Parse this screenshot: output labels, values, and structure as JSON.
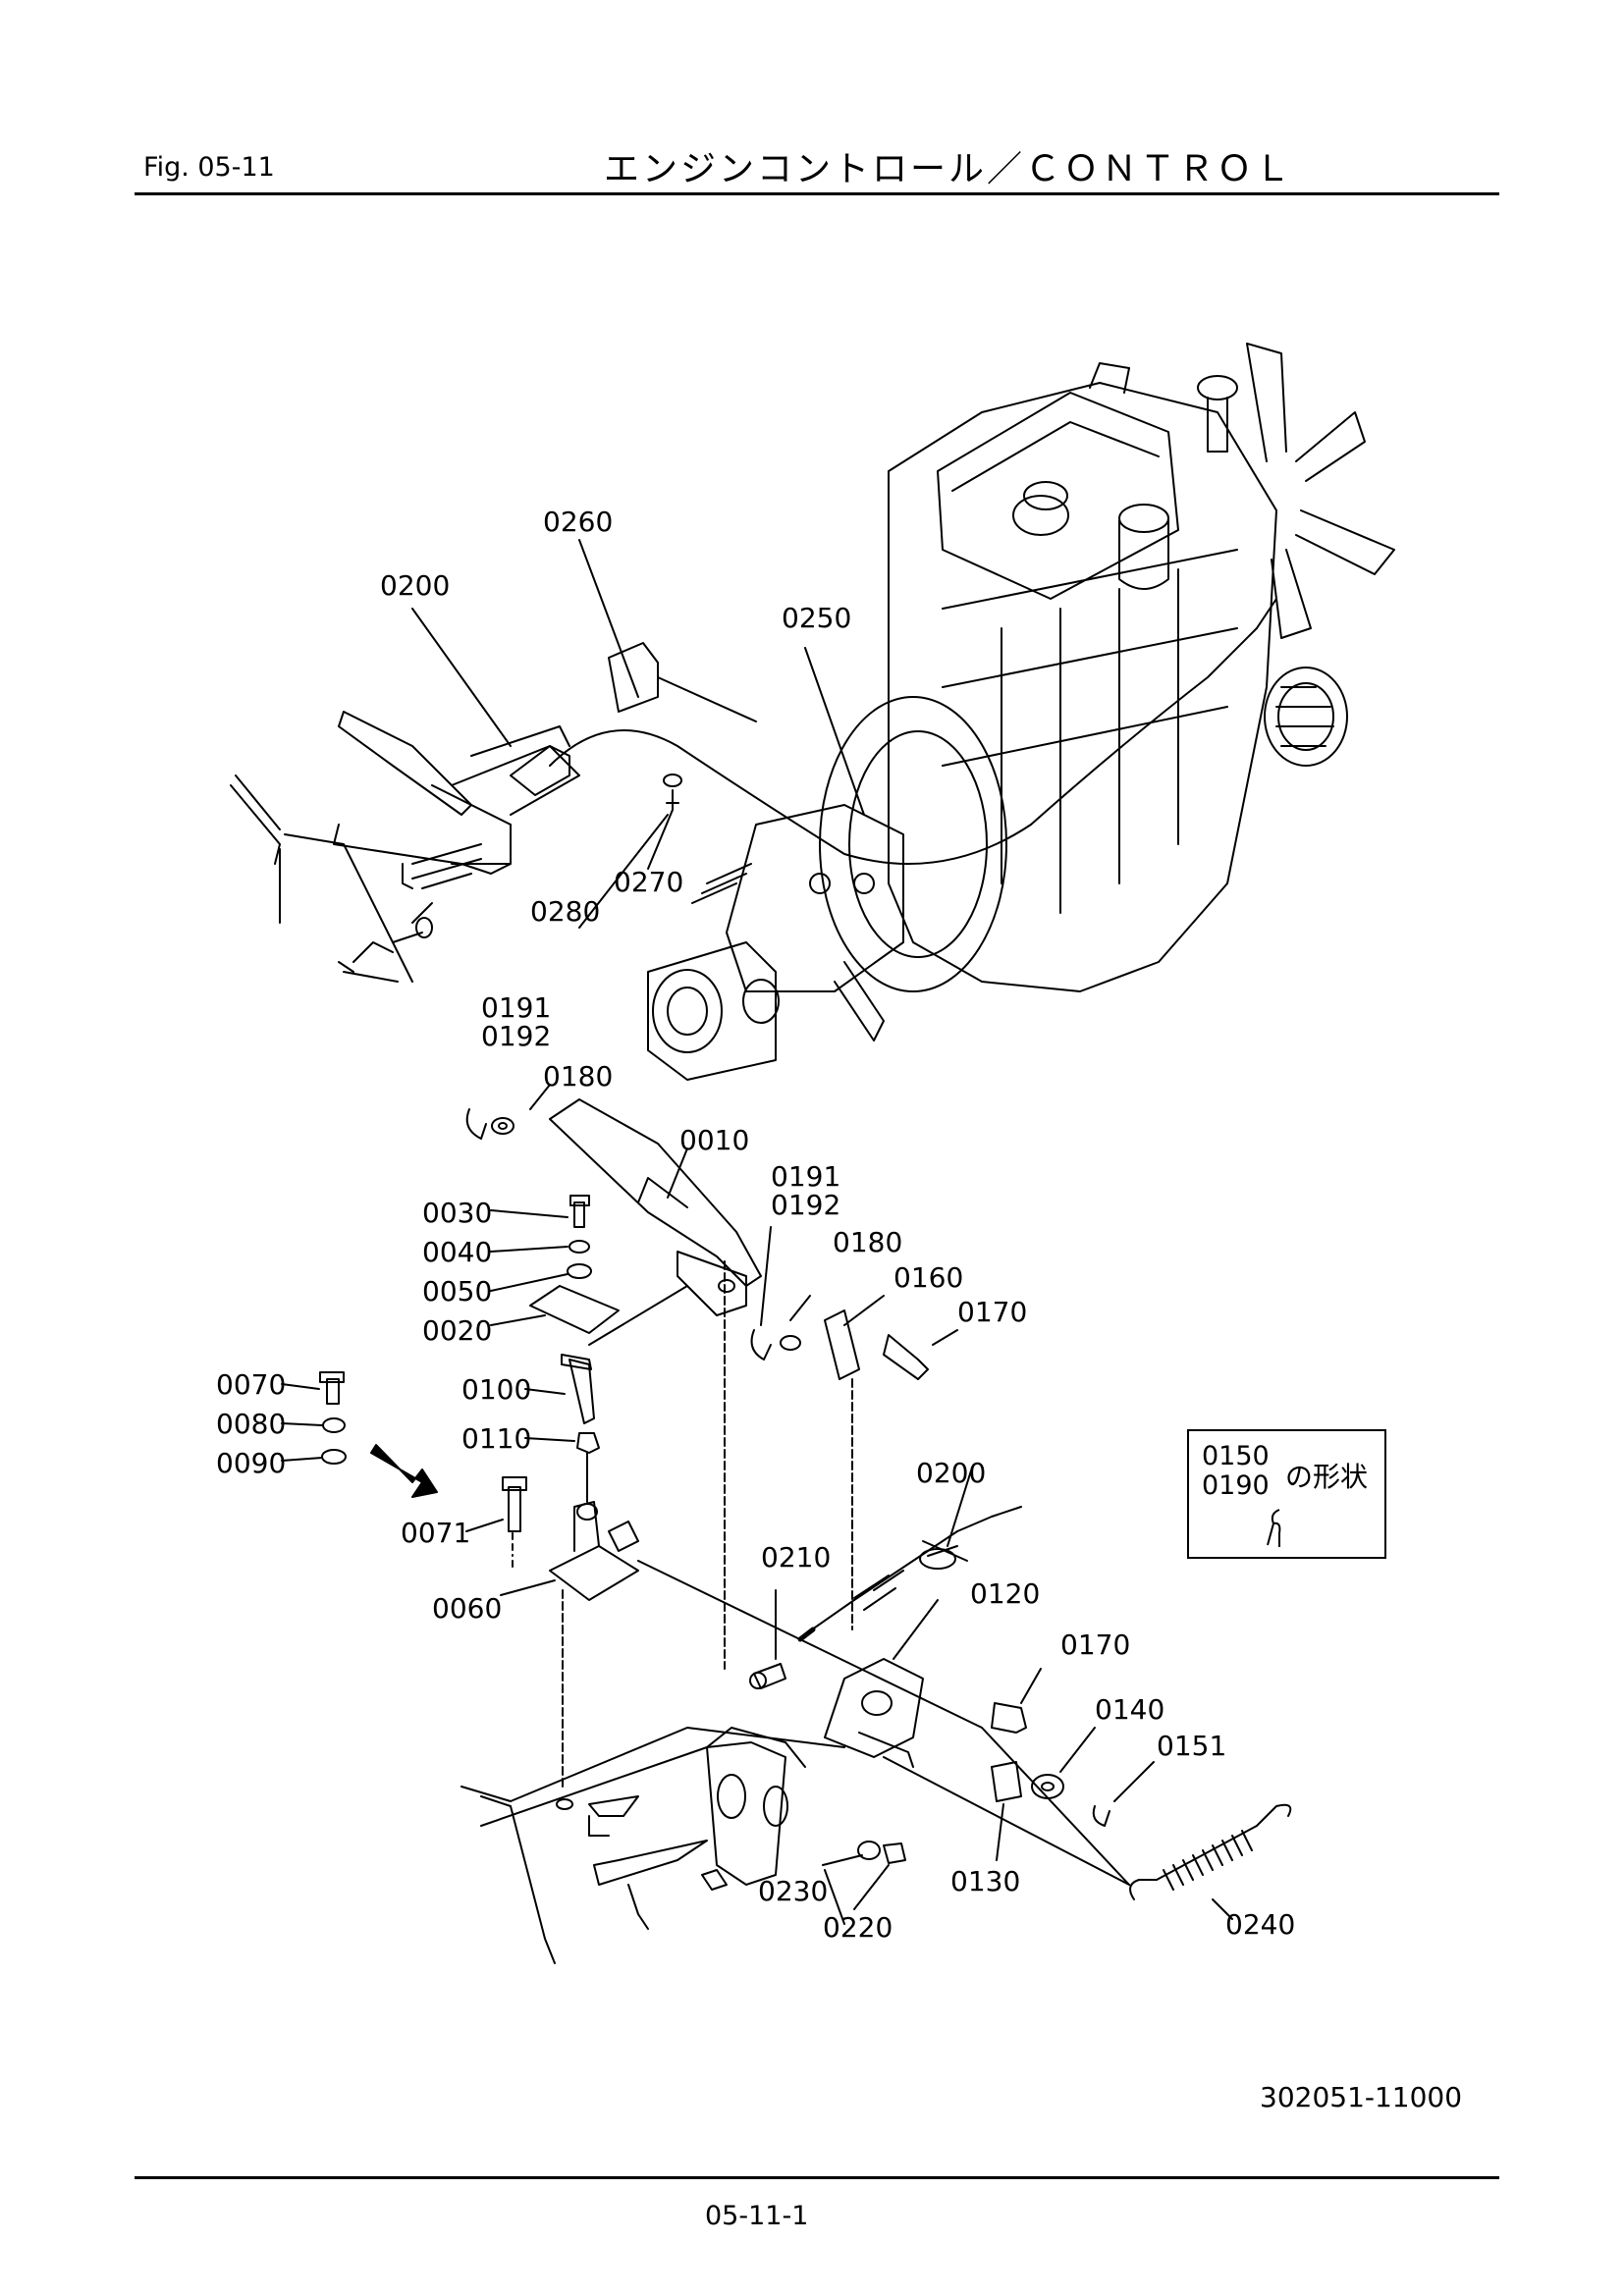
{
  "header": {
    "fig": "Fig.  05-11",
    "title": "エンジンコントロール／ＣＯＮＴＲＯＬ"
  },
  "footer": {
    "page": "05-11-1",
    "drawing_no": "302051-11000"
  },
  "legend": {
    "codes": [
      "0150",
      "0190"
    ],
    "text": "の形状"
  },
  "callouts": {
    "c0260": "0260",
    "c0200a": "0200",
    "c0250": "0250",
    "c0280": "0280",
    "c0270": "0270",
    "c0191a": "0191",
    "c0192a": "0192",
    "c0180a": "0180",
    "c0010": "0010",
    "c0191b": "0191",
    "c0192b": "0192",
    "c0180b": "0180",
    "c0160": "0160",
    "c0170a": "0170",
    "c0030": "0030",
    "c0040": "0040",
    "c0050": "0050",
    "c0020": "0020",
    "c0070": "0070",
    "c0080": "0080",
    "c0090": "0090",
    "c0100": "0100",
    "c0110": "0110",
    "c0071": "0071",
    "c0060": "0060",
    "c0200b": "0200",
    "c0210": "0210",
    "c0120": "0120",
    "c0170b": "0170",
    "c0140": "0140",
    "c0151": "0151",
    "c0130": "0130",
    "c0230": "0230",
    "c0220": "0220",
    "c0240": "0240"
  }
}
